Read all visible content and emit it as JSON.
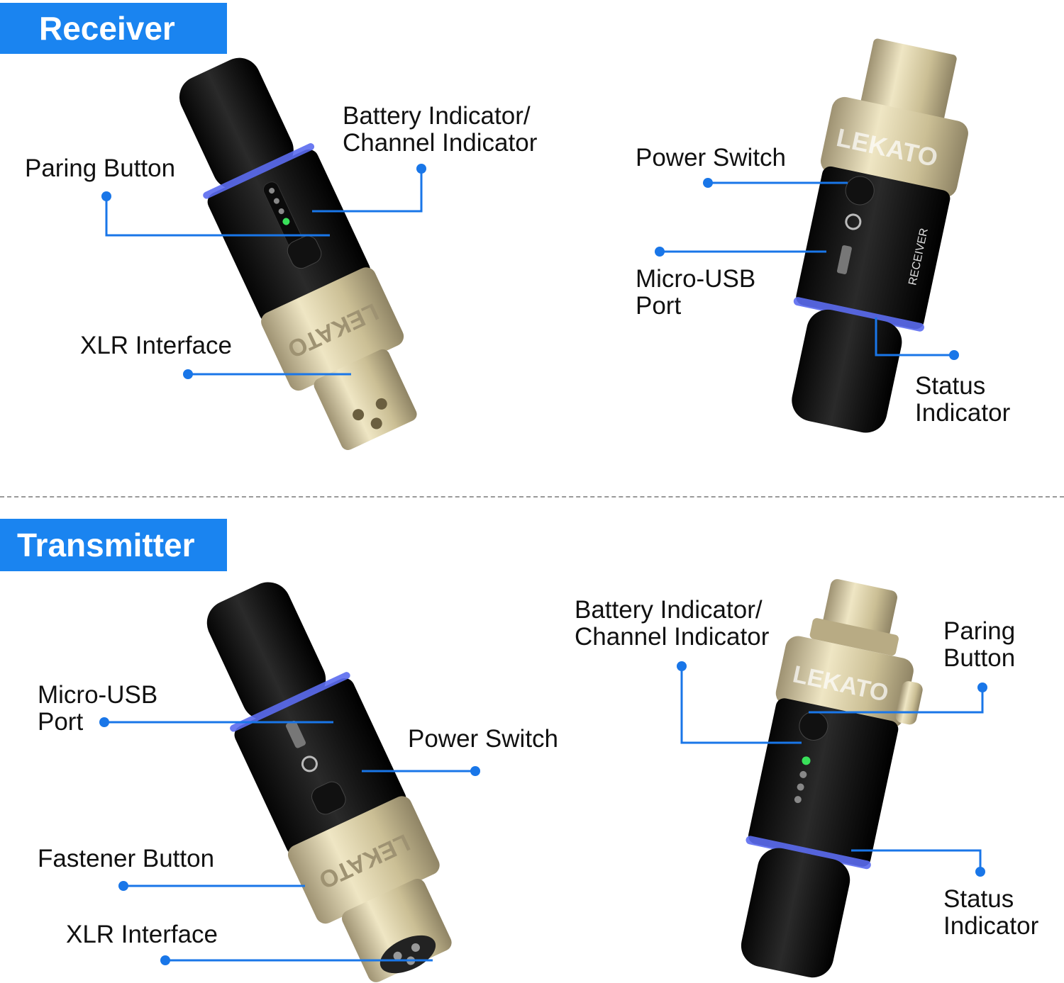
{
  "sections": {
    "receiver": {
      "title": "Receiver",
      "labels": {
        "battery": "Battery Indicator/\nChannel Indicator",
        "pairing": "Paring Button",
        "xlr": "XLR Interface",
        "power": "Power Switch",
        "usb": "Micro-USB\nPort",
        "status": "Status\nIndicator"
      },
      "brand": "LEKATO",
      "model": "RECEIVER"
    },
    "transmitter": {
      "title": "Transmitter",
      "labels": {
        "usb": "Micro-USB\nPort",
        "power": "Power Switch",
        "fastener": "Fastener Button",
        "xlr": "XLR Interface",
        "battery": "Battery Indicator/\nChannel Indicator",
        "pairing": "Paring\nButton",
        "status": "Status\nIndicator"
      },
      "brand": "LEKATO"
    }
  },
  "colors": {
    "accent": "#1a84f0",
    "callout": "#1976e8",
    "body": "#141414",
    "gold": "#cfc39a",
    "ring": "#5b6cf0",
    "led": "#39e05a"
  }
}
